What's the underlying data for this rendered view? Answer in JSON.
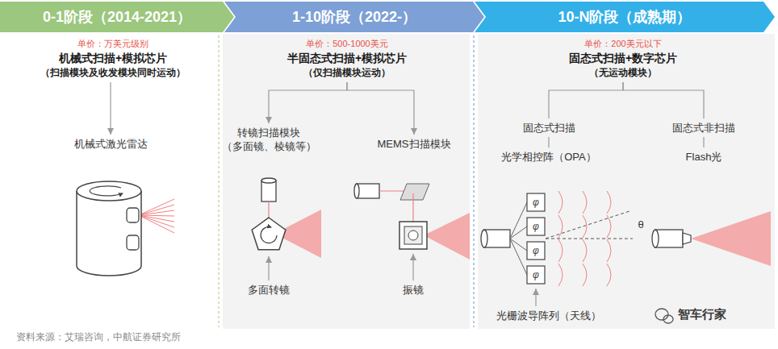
{
  "diagram": {
    "caption": "资料来源：艾瑞咨询，中航证券研究所",
    "nodes": [
      {
        "text": [
          "0-1阶段（2014-2021）"
        ]
      },
      {
        "text": [
          "1-10阶段（2022-）"
        ]
      },
      {
        "text": [
          "10-N阶段（成熟期）"
        ]
      },
      {
        "text": [
          "单价：万美元级别",
          "机械式扫描+模拟芯片",
          "（扫描模块及收发模块同时运动）"
        ]
      },
      {
        "text": [
          "机械式激光雷达"
        ]
      },
      {
        "text": [
          "单价：500-1000美元",
          "半固态式扫描+模拟芯片",
          "（仅扫描模块运动）"
        ]
      },
      {
        "text": [
          "转镜扫描模块 （多面镜、棱镜等）"
        ]
      },
      {
        "text": [
          "MEMS扫描模块"
        ]
      },
      {
        "text": [
          "单价：200美元以下",
          "固态式扫描+数字芯片",
          "（无运动模块）"
        ]
      },
      {
        "text": [
          "固态式扫描"
        ]
      },
      {
        "text": [
          "光学相控阵（OPA）"
        ]
      },
      {
        "text": [
          "固态式非扫描"
        ]
      },
      {
        "text": [
          "Flash光"
        ]
      }
    ],
    "edges": [
      {
        "from": 3,
        "to": 4,
        "arrow": "to"
      },
      {
        "from": 5,
        "to": 6,
        "arrow": "to"
      },
      {
        "from": 5,
        "to": 7,
        "arrow": "to"
      },
      {
        "from": 8,
        "to": 9,
        "arrow": "none"
      },
      {
        "from": 8,
        "to": 11,
        "arrow": "none"
      },
      {
        "from": 9,
        "to": 10,
        "arrow": "none"
      },
      {
        "from": 11,
        "to": 12,
        "arrow": "none"
      }
    ],
    "labels": [
      "多面转镜",
      "振镜",
      "φ",
      "φ",
      "φ",
      "φ",
      "θ",
      "光栅波导阵列（天线）",
      "智车行家"
    ]
  }
}
